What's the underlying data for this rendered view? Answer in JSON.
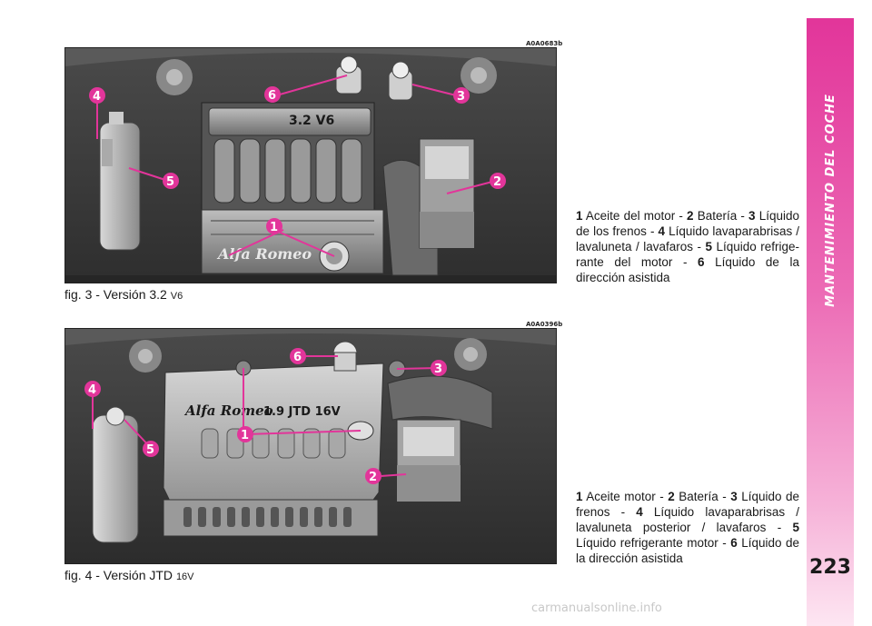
{
  "sidebar": {
    "section_title": "MANTENIMIENTO DEL COCHE",
    "page_number": "223",
    "color": "#e2359a"
  },
  "figures": [
    {
      "code": "A0A0683b",
      "caption": "fig. 3 - Versión 3.2",
      "caption_suffix": "V6",
      "engine_label": "3.2 V6",
      "brand_label": "Alfa Romeo",
      "callouts": [
        "1",
        "2",
        "3",
        "4",
        "5",
        "6"
      ],
      "legend": [
        {
          "num": "1",
          "text": " Aceite del motor - "
        },
        {
          "num": "2",
          "text": " Batería - "
        },
        {
          "num": "3",
          "text": " Líquido de los frenos - "
        },
        {
          "num": "4",
          "text": " Líquido lavaparabrisas / lavaluneta / lavafaros - "
        },
        {
          "num": "5",
          "text": " Líquido refrige­rante del motor - "
        },
        {
          "num": "6",
          "text": " Líquido de la dirección asistida"
        }
      ]
    },
    {
      "code": "A0A0396b",
      "caption": "fig. 4 - Versión JTD",
      "caption_suffix": "16V",
      "engine_label": "1.9 JTD 16V",
      "brand_label": "Alfa Romeo",
      "callouts": [
        "1",
        "2",
        "3",
        "4",
        "5",
        "6"
      ],
      "legend": [
        {
          "num": "1",
          "text": " Aceite motor - "
        },
        {
          "num": "2",
          "text": " Batería - "
        },
        {
          "num": "3",
          "text": " Líquido de frenos - "
        },
        {
          "num": "4",
          "text": " Líquido lavaparabrisas / lavalu­neta posterior / lavafaros - "
        },
        {
          "num": "5",
          "text": " Líquido refri­gerante motor - "
        },
        {
          "num": "6",
          "text": " Líquido de la dirección asistida"
        }
      ]
    }
  ],
  "watermark": "carmanualsonline.info",
  "callout_color": "#e2359a"
}
